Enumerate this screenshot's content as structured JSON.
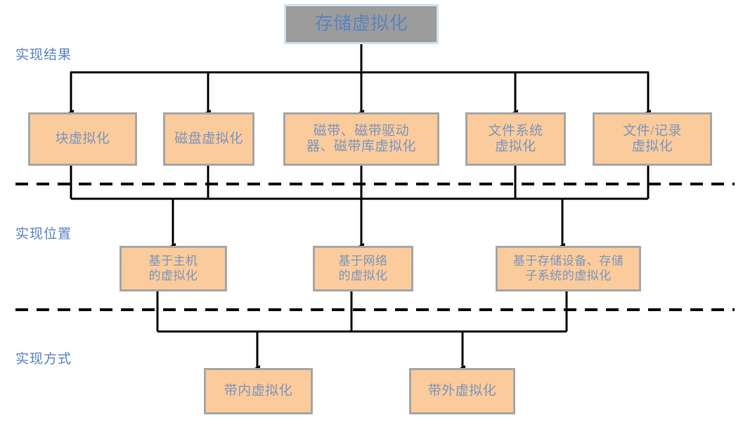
{
  "diagram": {
    "title": "存储虚拟化",
    "stage_labels": [
      {
        "id": "result",
        "text": "实现结果"
      },
      {
        "id": "location",
        "text": "实现位置"
      },
      {
        "id": "method",
        "text": "实现方式"
      }
    ],
    "root": {
      "id": "root",
      "text": "存储虚拟化"
    },
    "level1": [
      {
        "id": "block",
        "text": "块虚拟化"
      },
      {
        "id": "disk",
        "text": "磁盘虚拟化"
      },
      {
        "id": "tape",
        "text": "磁带、磁带驱动\n器、磁带库虚拟化"
      },
      {
        "id": "filesystem",
        "text": "文件系统\n虚拟化"
      },
      {
        "id": "filerecord",
        "text": "文件/记录\n虚拟化"
      }
    ],
    "level2": [
      {
        "id": "host-based",
        "text": "基于主机\n的虚拟化"
      },
      {
        "id": "network-based",
        "text": "基于网络\n的虚拟化"
      },
      {
        "id": "storage-based",
        "text": "基于存储设备、存储\n子系统的虚拟化"
      }
    ],
    "level3": [
      {
        "id": "in-band",
        "text": "带内虚拟化"
      },
      {
        "id": "out-of-band",
        "text": "带外虚拟化"
      }
    ],
    "colors": {
      "root_fill": "#9c9c9c",
      "root_border": "#cfe0ef",
      "node_fill": "#fbcb9b",
      "node_border": "#a6a6a6",
      "text": "#7b95be",
      "label_text": "#5b83c0",
      "connector": "#000000"
    }
  }
}
